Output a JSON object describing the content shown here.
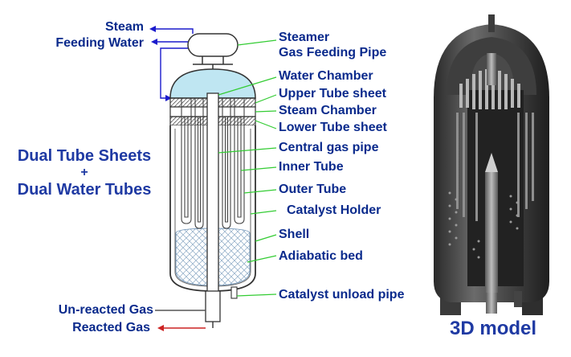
{
  "left_labels": {
    "steam": "Steam",
    "feeding_water": "Feeding Water",
    "unreacted_gas": "Un-reacted Gas",
    "reacted_gas": "Reacted Gas"
  },
  "side_title": {
    "line1": "Dual Tube Sheets",
    "line2": "+",
    "line3": "Dual Water Tubes"
  },
  "callouts": {
    "steamer": "Steamer",
    "gas_feeding_pipe": "Gas Feeding Pipe",
    "water_chamber": "Water Chamber",
    "upper_tube_sheet": "Upper Tube sheet",
    "steam_chamber": "Steam Chamber",
    "lower_tube_sheet": "Lower Tube sheet",
    "central_gas_pipe": "Central gas pipe",
    "inner_tube": "Inner Tube",
    "outer_tube": "Outer Tube",
    "catalyst_holder": "Catalyst Holder",
    "shell": "Shell",
    "adiabatic_bed": "Adiabatic bed",
    "catalyst_unload_pipe": "Catalyst unload pipe"
  },
  "model_caption": "3D model",
  "colors": {
    "label_text": "#0a2a8c",
    "leader_line": "#33cc33",
    "steam_arrow": "#1a1acc",
    "reacted_arrow": "#cc2222",
    "water_chamber_fill": "#bfe6f2"
  }
}
